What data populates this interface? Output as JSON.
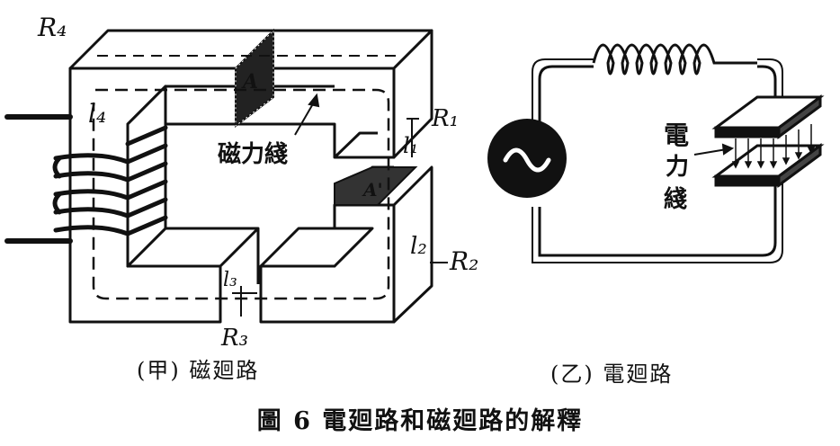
{
  "figure": {
    "caption": "圖 6 電廻路和磁廻路的解釋",
    "panel_a": {
      "subcaption": "(甲) 磁廻路",
      "flux_label": "磁力綫",
      "area_label": "A",
      "area_label_2": "A'",
      "reluctance_labels": [
        "R₄",
        "R₁",
        "R₂",
        "R₃"
      ],
      "length_labels": [
        "l₄",
        "l₁",
        "l₂",
        "l₃"
      ]
    },
    "panel_b": {
      "subcaption": "(乙) 電廻路",
      "field_label_chars": [
        "電",
        "力",
        "綫"
      ]
    }
  }
}
